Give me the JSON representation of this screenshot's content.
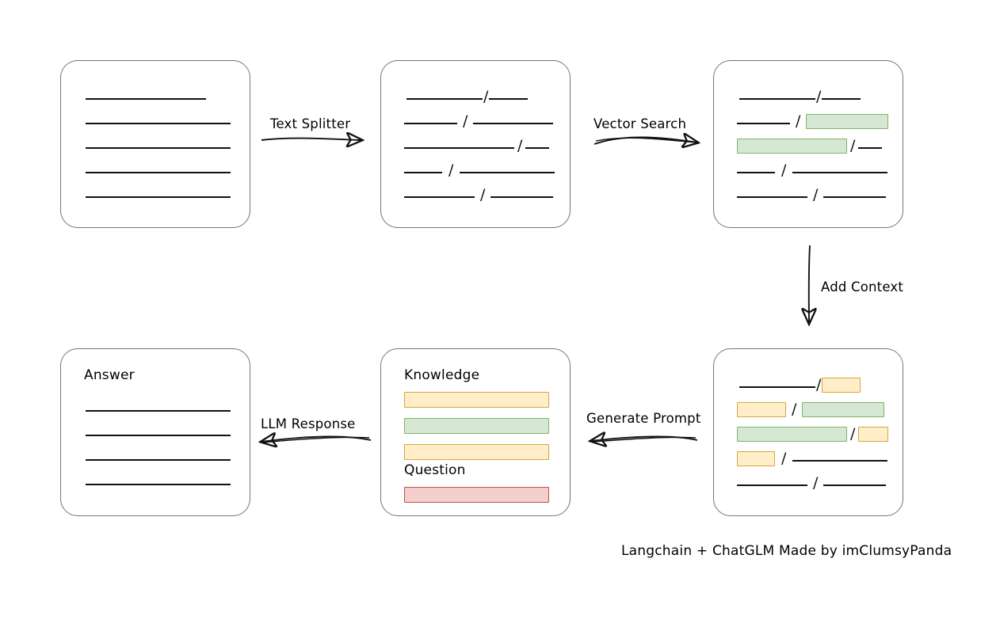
{
  "caption": "Langchain + ChatGLM Made by imClumsyPanda",
  "arrows": {
    "text_splitter": "Text Splitter",
    "vector_search": "Vector Search",
    "add_context": "Add Context",
    "generate_prompt": "Generate Prompt",
    "llm_response": "LLM Response"
  },
  "headings": {
    "answer": "Answer",
    "knowledge": "Knowledge",
    "question": "Question"
  },
  "colors": {
    "green_fill": "#d5e8d4",
    "green_stroke": "#82b366",
    "yellow_fill": "#ffeec9",
    "yellow_stroke": "#d6a737",
    "red_fill": "#f5cfcd",
    "red_stroke": "#b85450",
    "box_stroke": "#757575",
    "line_stroke": "#111111"
  },
  "boxes": {
    "source_document": {
      "title": "",
      "rows": [
        {
          "segments": [
            {
              "type": "indent",
              "width": 31
            },
            {
              "type": "line",
              "width": 152
            }
          ]
        },
        {
          "segments": [
            {
              "type": "line",
              "width": 183
            }
          ]
        },
        {
          "segments": [
            {
              "type": "line",
              "width": 183
            }
          ]
        },
        {
          "segments": [
            {
              "type": "line",
              "width": 183
            }
          ]
        },
        {
          "segments": [
            {
              "type": "line",
              "width": 183
            }
          ]
        }
      ]
    },
    "split_chunks": {
      "title": "",
      "rows": [
        {
          "segments": [
            {
              "type": "indent",
              "width": 32
            },
            {
              "type": "line",
              "width": 96
            },
            {
              "type": "slash",
              "text": "/"
            },
            {
              "type": "line",
              "width": 49
            }
          ]
        },
        {
          "segments": [
            {
              "type": "line",
              "width": 67
            },
            {
              "type": "slash",
              "text": "/"
            },
            {
              "type": "line",
              "width": 101
            }
          ]
        },
        {
          "segments": [
            {
              "type": "line",
              "width": 139
            },
            {
              "type": "slash",
              "text": "/"
            },
            {
              "type": "line",
              "width": 30
            }
          ]
        },
        {
          "segments": [
            {
              "type": "line",
              "width": 48
            },
            {
              "type": "slash",
              "text": "/"
            },
            {
              "type": "line",
              "width": 120
            }
          ]
        },
        {
          "segments": [
            {
              "type": "line",
              "width": 89
            },
            {
              "type": "slash",
              "text": "/"
            },
            {
              "type": "line",
              "width": 79
            }
          ]
        }
      ]
    },
    "vector_matches": {
      "title": "",
      "rows": [
        {
          "segments": [
            {
              "type": "indent",
              "width": 32
            },
            {
              "type": "line",
              "width": 96
            },
            {
              "type": "slash",
              "text": "/"
            },
            {
              "type": "line",
              "width": 49
            }
          ]
        },
        {
          "segments": [
            {
              "type": "line",
              "width": 67
            },
            {
              "type": "slash",
              "text": "/"
            },
            {
              "type": "chunk",
              "color": "green",
              "width": 104
            }
          ]
        },
        {
          "segments": [
            {
              "type": "chunk",
              "color": "green",
              "width": 139
            },
            {
              "type": "slash",
              "text": "/"
            },
            {
              "type": "line",
              "width": 30
            }
          ]
        },
        {
          "segments": [
            {
              "type": "line",
              "width": 48
            },
            {
              "type": "slash",
              "text": "/"
            },
            {
              "type": "line",
              "width": 120
            }
          ]
        },
        {
          "segments": [
            {
              "type": "line",
              "width": 89
            },
            {
              "type": "slash",
              "text": "/"
            },
            {
              "type": "line",
              "width": 79
            }
          ]
        }
      ]
    },
    "context_added": {
      "title": "",
      "rows": [
        {
          "segments": [
            {
              "type": "indent",
              "width": 32
            },
            {
              "type": "line",
              "width": 96
            },
            {
              "type": "slash",
              "text": "/"
            },
            {
              "type": "chunk",
              "color": "yellow",
              "width": 49
            }
          ]
        },
        {
          "segments": [
            {
              "type": "chunk",
              "color": "yellow",
              "width": 62
            },
            {
              "type": "slash",
              "text": "/"
            },
            {
              "type": "chunk",
              "color": "green",
              "width": 104
            }
          ]
        },
        {
          "segments": [
            {
              "type": "chunk",
              "color": "green",
              "width": 139
            },
            {
              "type": "slash",
              "text": "/"
            },
            {
              "type": "chunk",
              "color": "yellow",
              "width": 38
            }
          ]
        },
        {
          "segments": [
            {
              "type": "chunk",
              "color": "yellow",
              "width": 48
            },
            {
              "type": "slash",
              "text": "/"
            },
            {
              "type": "line",
              "width": 120
            }
          ]
        },
        {
          "segments": [
            {
              "type": "line",
              "width": 89
            },
            {
              "type": "slash",
              "text": "/"
            },
            {
              "type": "line",
              "width": 79
            }
          ]
        }
      ]
    },
    "prompt": {
      "bars": [
        {
          "color": "yellow"
        },
        {
          "color": "green"
        },
        {
          "color": "yellow"
        },
        {
          "color": "red"
        }
      ]
    },
    "answer": {
      "rows": [
        {
          "segments": [
            {
              "type": "line",
              "width": 183
            }
          ]
        },
        {
          "segments": [
            {
              "type": "line",
              "width": 183
            }
          ]
        },
        {
          "segments": [
            {
              "type": "line",
              "width": 183
            }
          ]
        },
        {
          "segments": [
            {
              "type": "line",
              "width": 183
            }
          ]
        }
      ]
    }
  }
}
